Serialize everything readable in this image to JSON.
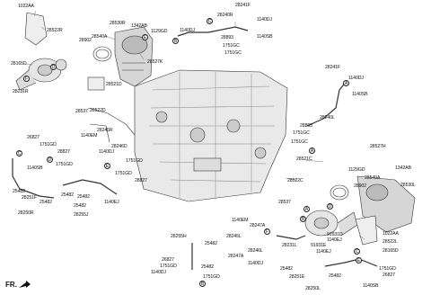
{
  "diagram": {
    "part_numbers": {
      "p28522R": "28522R",
      "p1022AA_a": "1022AA",
      "p28165D_a": "28165D",
      "p28902_a": "28902",
      "p28540A_a": "28540A",
      "p28530R": "28530R",
      "p1342AB_a": "1342AB",
      "p1129GD_a": "1129GD",
      "p28527K": "28527K",
      "p28231R": "28231R",
      "p28521D": "28521D",
      "p28537_a": "28537",
      "p28522D": "28522D",
      "p28245R": "28245R",
      "p1140EM_a": "1140EM",
      "p28246D": "28246D",
      "p1140DJ_a": "1140DJ",
      "p28241F_a": "28241F",
      "p28240R": "28240R",
      "p1140DJ_b": "1140DJ",
      "p1140DJ_c": "1140DJ",
      "p28893_a": "28893",
      "p1751GC_a": "1751GC",
      "p1751GC_b": "1751GC",
      "p1140SB_a": "1140SB",
      "p28241F_b": "28241F",
      "p1140DJ_d": "1140DJ",
      "p1140SB_b": "1140SB",
      "p28240L": "28240L",
      "p28893_b": "28893",
      "p1751GC_c": "1751GC",
      "p1751GC_d": "1751GC",
      "p28527H": "28527H",
      "p1129GD_b": "1129GD",
      "p1342AB_b": "1342AB",
      "p28540A_b": "28540A",
      "p28530L": "28530L",
      "p28902_b": "28902",
      "p28521C": "28521C",
      "p28522C": "28522C",
      "p28537_b": "28537",
      "p1140EM_b": "1140EM",
      "p28247A_a": "28247A",
      "p28245L": "28245L",
      "p28247A_b": "28247A",
      "p28246L": "28246L",
      "p1140DJ_e": "1140DJ",
      "p28231L": "28231L",
      "p91931D": "91931D",
      "p91931E": "91931E",
      "p1140EJ_a": "1140EJ",
      "p1140EJ_b": "1140EJ",
      "p1022AA_b": "1022AA",
      "p28522L": "28522L",
      "p28165D_b": "28165D",
      "p26827_a": "26827",
      "p1751GD_a": "1751GD",
      "p28827_a": "28827",
      "p1751GD_b": "1751GD",
      "p1140SB_c": "1140SB",
      "p25482_a": "25482",
      "p28251F": "28251F",
      "p25482_b": "25482",
      "p28250R": "28250R",
      "p25482_c": "25482",
      "p28255J": "28255J",
      "p25482_d": "25482",
      "p25482_e": "25482",
      "p1140EJ_c": "1140EJ",
      "p1751GD_c": "1751GD",
      "p28827_b": "28827",
      "p1751GD_d": "1751GD",
      "p28255H": "28255H",
      "p25482_f": "25482",
      "p26827_b": "26827",
      "p1751GD_e": "1751GD",
      "p1140DJ_f": "1140DJ",
      "p25482_g": "25482",
      "p1751GD_f": "1751GD",
      "p25482_h": "25482",
      "p28251E": "28251E",
      "p25482_i": "25482",
      "p1751GD_g": "1751GD",
      "p26827_c": "26827",
      "p28250L": "28250L",
      "p1140SB_d": "1140SB"
    },
    "refs": {
      "A1": "A",
      "B1": "B",
      "C1": "C",
      "D1": "D",
      "E1": "E",
      "F1": "F",
      "A2": "A",
      "B2": "B",
      "C2": "C",
      "D2": "D",
      "E2": "E",
      "F2": "F",
      "A3": "A",
      "B3": "B",
      "C3": "C",
      "D3": "D",
      "E3": "E"
    },
    "front_label": "FR."
  }
}
